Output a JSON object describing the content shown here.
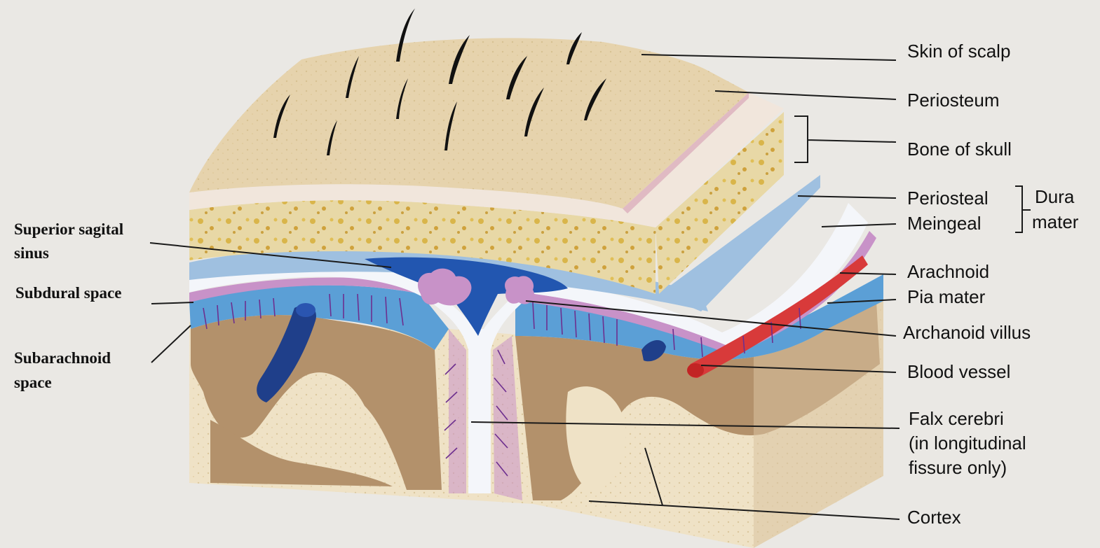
{
  "colors": {
    "background": "#eae8e4",
    "scalp": "#e6d3ad",
    "periosteum": "#f1e6dc",
    "bone": "#e8d8a6",
    "bone_spots": "#d9b54a",
    "dura_periosteal": "#9fc0e0",
    "dura_meningeal": "#f4f6fa",
    "arachnoid": "#c892c8",
    "subarachnoid": "#5b9fd6",
    "pia": "#6d2f8f",
    "sinus": "#2256b0",
    "cortex_grey": "#b3916b",
    "white_matter": "#efe2c6",
    "vessel": "#d83a3a",
    "vein": "#1f3f8a"
  },
  "labels": {
    "right": {
      "skin_of_scalp": "Skin of scalp",
      "periosteum": "Periosteum",
      "bone_of_skull": "Bone of skull",
      "periosteal": "Periosteal",
      "meningeal": "Meingeal",
      "dura": "Dura",
      "mater": "mater",
      "arachnoid": "Arachnoid",
      "pia_mater": "Pia mater",
      "arachnoid_villus": "Archanoid villus",
      "blood_vessel": "Blood vessel",
      "falx_line1": "Falx cerebri",
      "falx_line2": "(in longitudinal",
      "falx_line3": "fissure only)",
      "cortex": "Cortex"
    },
    "left": {
      "sinus_line1": "Superior sagital",
      "sinus_line2": "sinus",
      "subdural": "Subdural space",
      "subarachnoid_line1": "Subarachnoid",
      "subarachnoid_line2": "space"
    }
  }
}
